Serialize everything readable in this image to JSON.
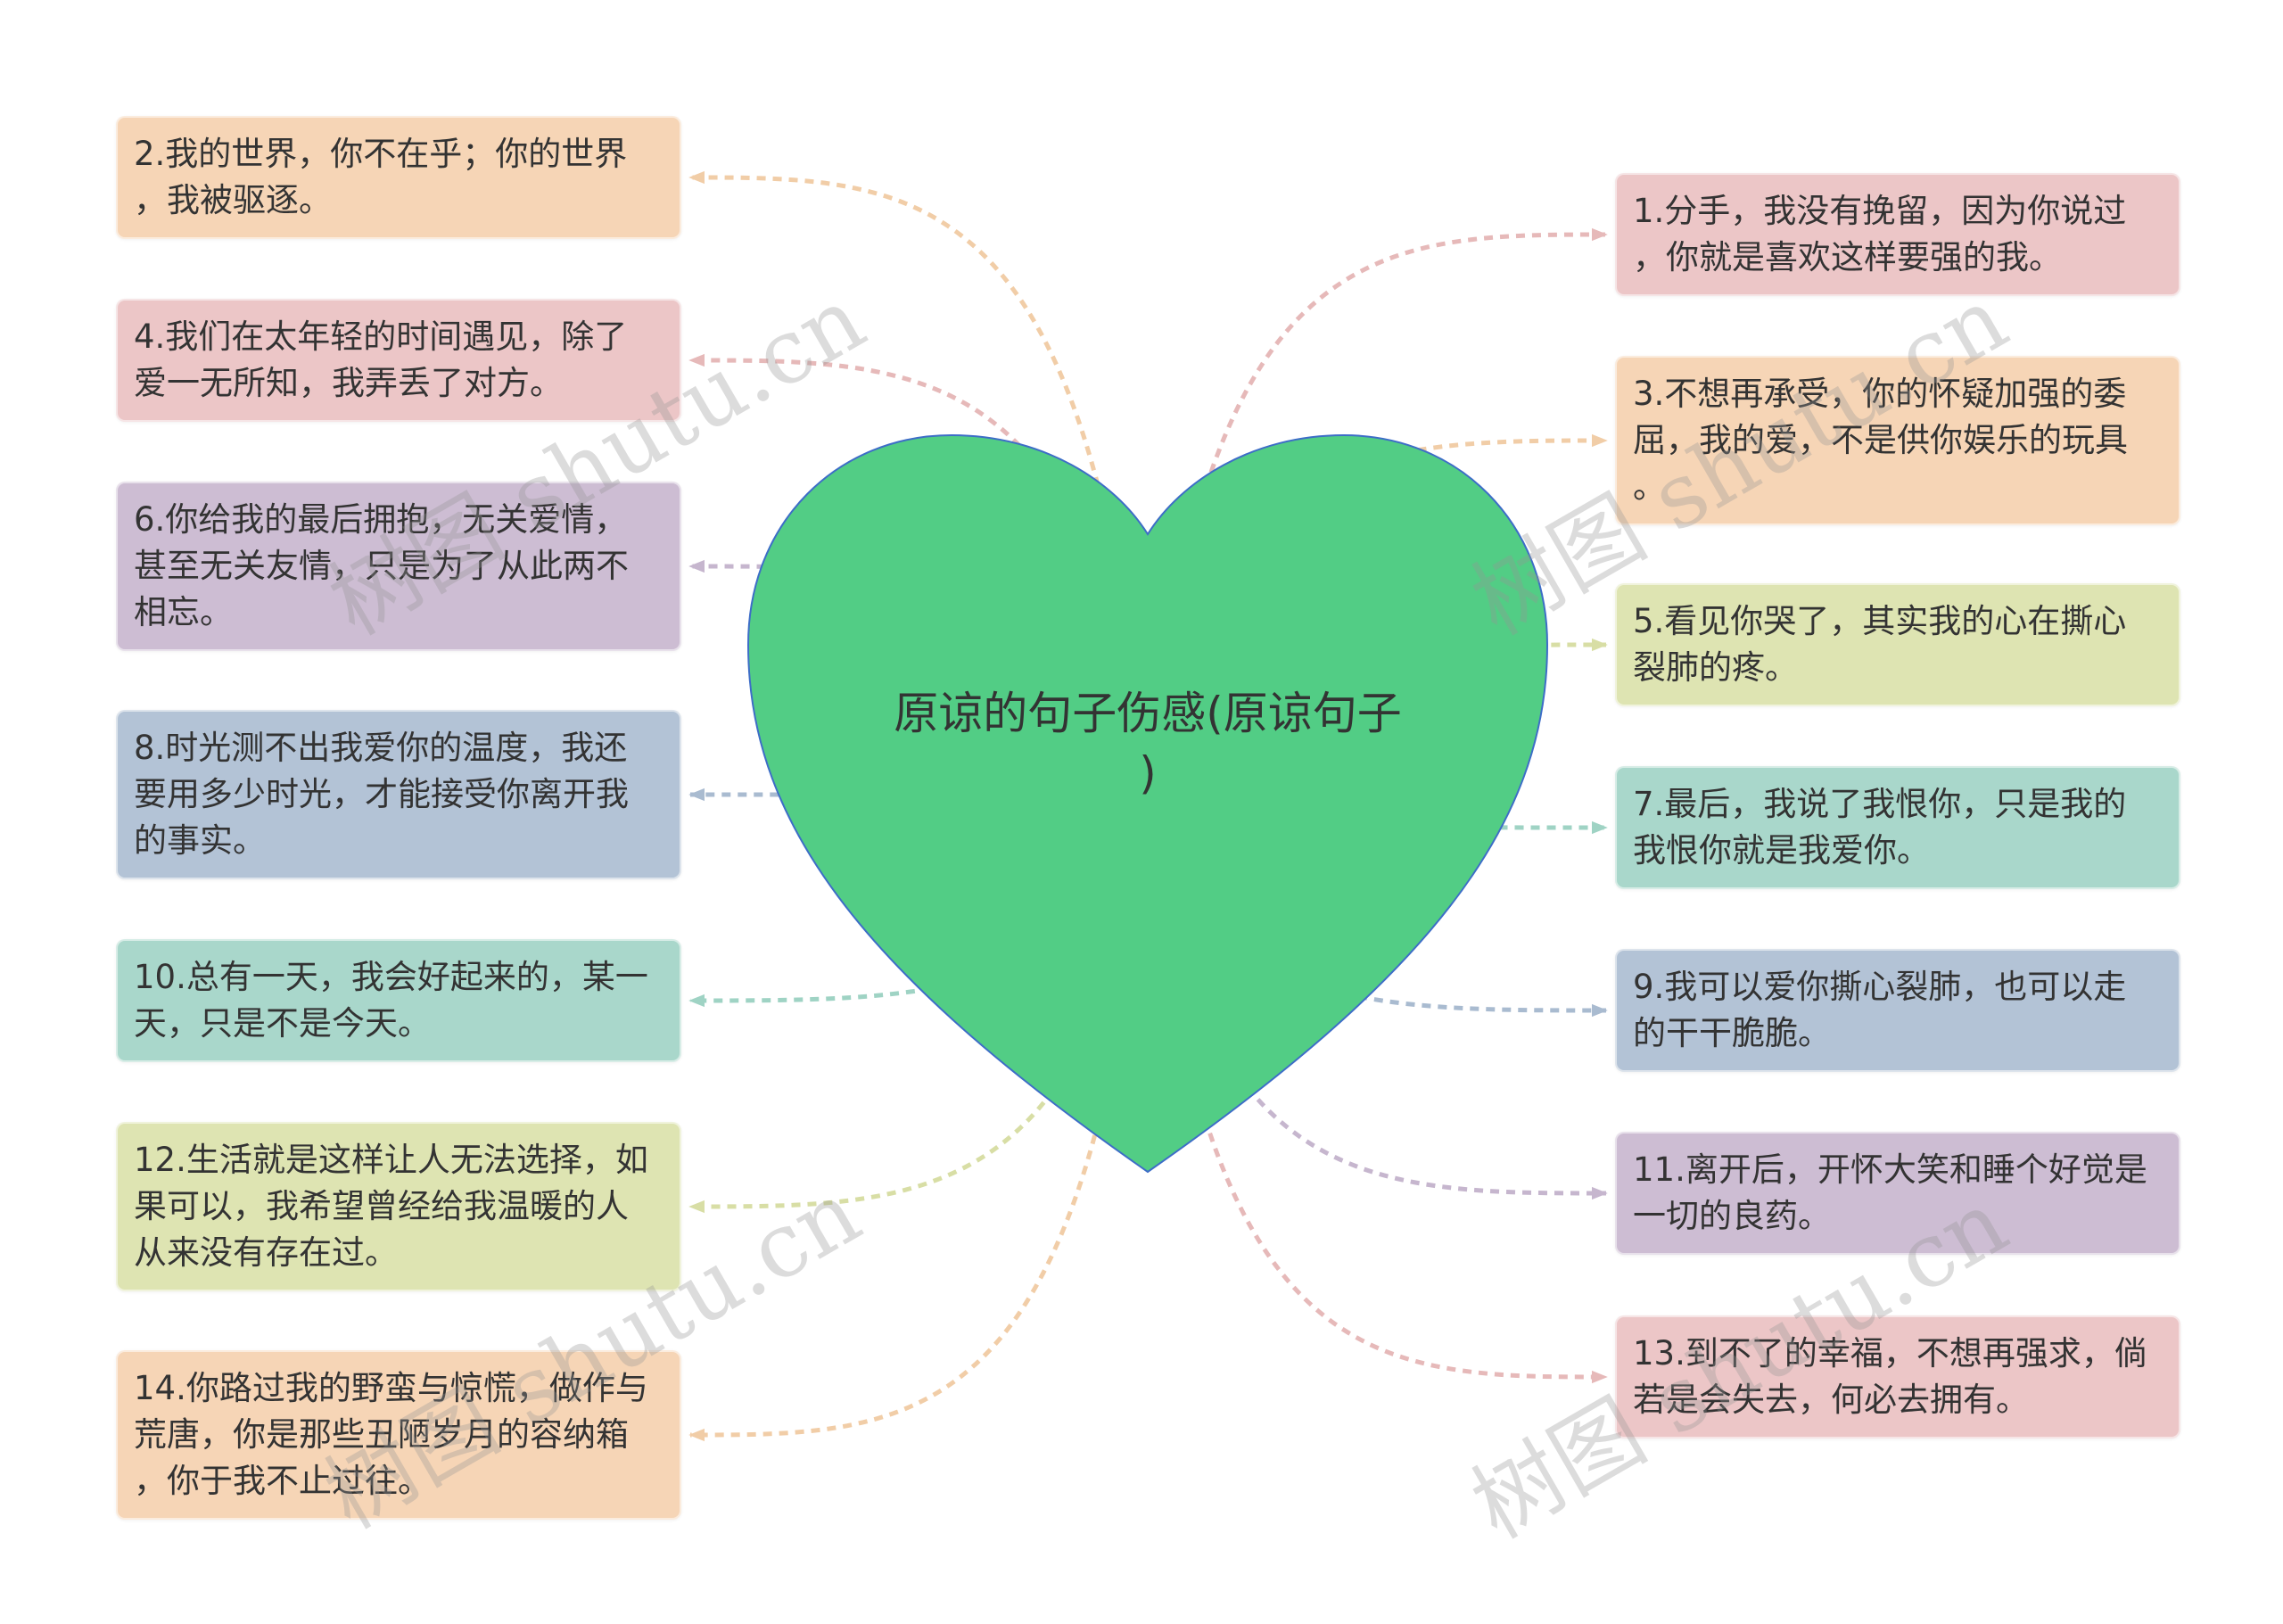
{
  "title": {
    "lines": [
      "原谅的句子伤感(原谅句子",
      ")"
    ]
  },
  "colors": {
    "heart_fill": "#52CD85",
    "heart_stroke": "#3D6DC7",
    "text": "#333333"
  },
  "watermark": "树图 shutu.cn",
  "nodes_left": [
    {
      "lines": [
        "2.我的世界，你不在乎；你的世界",
        "，我被驱逐。"
      ],
      "fill": "#F6D5B6",
      "line": "#F1CDA7"
    },
    {
      "lines": [
        "4.我们在太年轻的时间遇见，除了",
        "爱一无所知，我弄丢了对方。"
      ],
      "fill": "#ECC6C7",
      "line": "#E6B9B9"
    },
    {
      "lines": [
        "6.你给我的最后拥抱，无关爱情，",
        "甚至无关友情，只是为了从此两不",
        "相忘。"
      ],
      "fill": "#CDBDD3",
      "line": "#C6B6CE"
    },
    {
      "lines": [
        "8.时光测不出我爱你的温度，我还",
        "要用多少时光，才能接受你离开我",
        "的事实。"
      ],
      "fill": "#B3C3D6",
      "line": "#A9BBD0"
    },
    {
      "lines": [
        "10.总有一天，我会好起来的，某一",
        "天，只是不是今天。"
      ],
      "fill": "#A9D7CB",
      "line": "#9FD3C4"
    },
    {
      "lines": [
        "12.生活就是这样让人无法选择，如",
        "果可以，我希望曾经给我温暖的人",
        "从来没有存在过。"
      ],
      "fill": "#DEE4B2",
      "line": "#D8DEA5"
    },
    {
      "lines": [
        "14.你路过我的野蛮与惊慌，做作与",
        "荒唐，你是那些丑陋岁月的容纳箱",
        "，你于我不止过往。"
      ],
      "fill": "#F6D5B6",
      "line": "#F1CDA7"
    }
  ],
  "nodes_right": [
    {
      "lines": [
        "1.分手，我没有挽留，因为你说过",
        "，你就是喜欢这样要强的我。"
      ],
      "fill": "#ECC6C7",
      "line": "#E6B9B9"
    },
    {
      "lines": [
        "3.不想再承受，你的怀疑加强的委",
        "屈，我的爱，不是供你娱乐的玩具",
        "。"
      ],
      "fill": "#F6D5B6",
      "line": "#F1CDA7"
    },
    {
      "lines": [
        "5.看见你哭了，其实我的心在撕心",
        "裂肺的疼。"
      ],
      "fill": "#DEE4B2",
      "line": "#D8DEA5"
    },
    {
      "lines": [
        "7.最后，我说了我恨你，只是我的",
        "我恨你就是我爱你。"
      ],
      "fill": "#A9D7CB",
      "line": "#9FD3C4"
    },
    {
      "lines": [
        "9.我可以爱你撕心裂肺，也可以走",
        "的干干脆脆。"
      ],
      "fill": "#B3C3D6",
      "line": "#A9BBD0"
    },
    {
      "lines": [
        "11.离开后，开怀大笑和睡个好觉是",
        "一切的良药。"
      ],
      "fill": "#CDBDD3",
      "line": "#C6B6CE"
    },
    {
      "lines": [
        "13.到不了的幸福，不想再强求，倘",
        "若是会失去，何必去拥有。"
      ],
      "fill": "#ECC6C7",
      "line": "#E6B9B9"
    }
  ]
}
